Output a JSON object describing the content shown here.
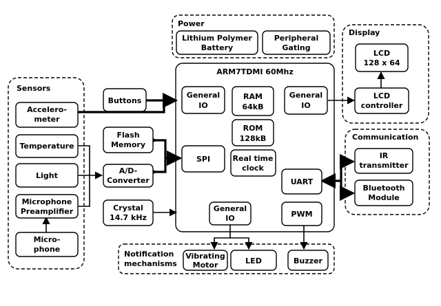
{
  "groups": {
    "power": "Power",
    "display": "Display",
    "sensors": "Sensors",
    "communication": "Communication",
    "notification": [
      "Notification",
      "mechanisms"
    ]
  },
  "cpu": {
    "title": "ARM7TDMI 60Mhz",
    "gpio_left": [
      "General",
      "IO"
    ],
    "gpio_right": [
      "General",
      "IO"
    ],
    "gpio_bottom": [
      "General",
      "IO"
    ],
    "ram": [
      "RAM",
      "64kB"
    ],
    "rom": [
      "ROM",
      "128kB"
    ],
    "spi": "SPI",
    "rtc": [
      "Real time",
      "clock"
    ],
    "uart": "UART",
    "pwm": "PWM"
  },
  "power": {
    "battery": [
      "Lithium Polymer",
      "Battery"
    ],
    "gating": [
      "Peripheral",
      "Gating"
    ]
  },
  "display": {
    "lcd": [
      "LCD",
      "128 x 64"
    ],
    "controller": [
      "LCD",
      "controller"
    ]
  },
  "sensors": {
    "accelerometer": [
      "Accelero-",
      "meter"
    ],
    "temperature": "Temperature",
    "light": "Light",
    "preamp": [
      "Microphone",
      "Preamplifier"
    ],
    "microphone": [
      "Micro-",
      "phone"
    ]
  },
  "peripherals": {
    "buttons": "Buttons",
    "flash": [
      "Flash",
      "Memory"
    ],
    "adc": [
      "A/D-",
      "Converter"
    ],
    "crystal": [
      "Crystal",
      "14.7 kHz"
    ]
  },
  "communication": {
    "ir": [
      "IR",
      "transmitter"
    ],
    "bluetooth": [
      "Bluetooth",
      "Module"
    ]
  },
  "notification": {
    "vibrating": [
      "Vibrating",
      "Motor"
    ],
    "led": "LED",
    "buzzer": "Buzzer"
  }
}
